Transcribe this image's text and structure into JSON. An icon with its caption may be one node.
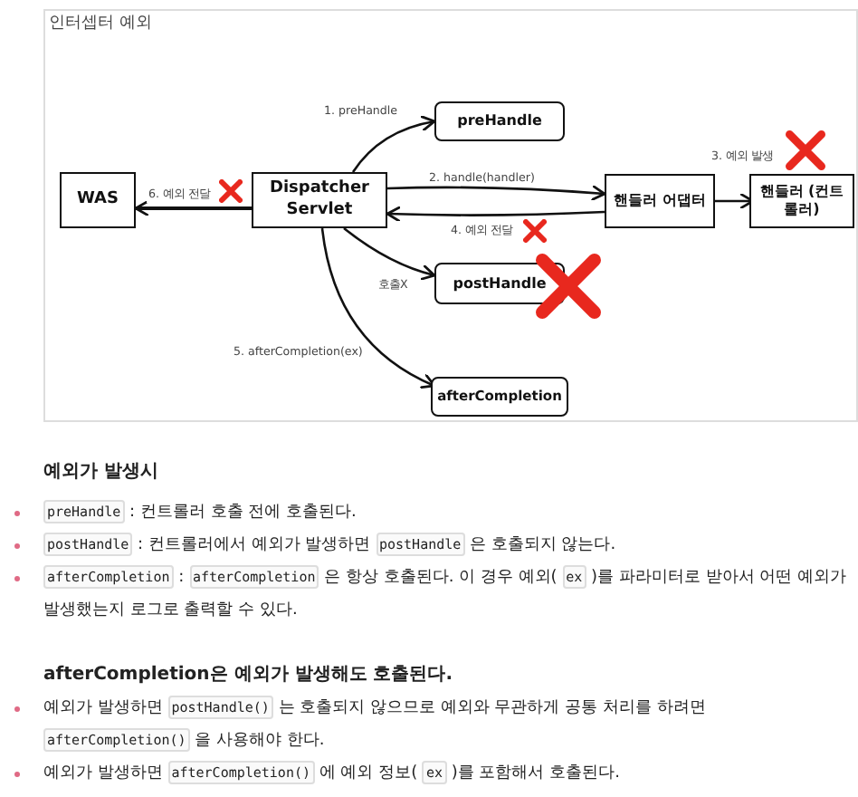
{
  "diagram": {
    "nodes": [
      {
        "text": [
          "인터셉터 예외"
        ]
      },
      {
        "text": [
          "WAS"
        ],
        "in": 0
      },
      {
        "text": [
          "Dispatcher Servlet"
        ],
        "in": 0
      },
      {
        "text": [
          "preHandle"
        ],
        "in": 0
      },
      {
        "text": [
          "핸들러 어댑터"
        ],
        "in": 0
      },
      {
        "text": [
          "핸들러 (컨트롤러)"
        ],
        "in": 0,
        "beside": [
          "3. 예외 발생"
        ]
      },
      {
        "text": [
          "postHandle"
        ],
        "in": 0
      },
      {
        "text": [
          "afterCompletion"
        ],
        "in": 0
      }
    ],
    "edges": [
      {
        "from": 2,
        "to": 3,
        "arrow": "to",
        "label": "1. preHandle"
      },
      {
        "from": 2,
        "to": 4,
        "arrow": "to",
        "label": "2. handle(handler)"
      },
      {
        "from": 4,
        "to": 5,
        "arrow": "to"
      },
      {
        "from": 4,
        "to": 2,
        "arrow": "to",
        "label": "4. 예외 전달"
      },
      {
        "from": 2,
        "to": 6,
        "arrow": "to",
        "label": "호출X"
      },
      {
        "from": 2,
        "to": 7,
        "arrow": "to",
        "label": "5. afterCompletion(ex)"
      },
      {
        "from": 2,
        "to": 1,
        "arrow": "to",
        "label": "6. 예외 전달"
      }
    ],
    "labels": [
      "예외가 발생시",
      "preHandle : 컨트롤러 호출 전에 호출된다.",
      "postHandle : 컨트롤러에서 예외가 발생하면 postHandle 은 호출되지 않는다.",
      "afterCompletion : afterCompletion 은 항상 호출된다. 이 경우 예외( ex )를 파라미터로 받아서 어떤 예외가 발생했는지 로그로 출력할 수 있다.",
      "afterCompletion은 예외가 발생해도 호출된다.",
      "예외가 발생하면 postHandle() 는 호출되지 않으므로 예외와 무관하게 공통 처리를 하려면 afterCompletion() 을 사용해야 한다.",
      "예외가 발생하면 afterCompletion() 에 예외 정보( ex )를 포함해서 호출된다."
    ]
  }
}
